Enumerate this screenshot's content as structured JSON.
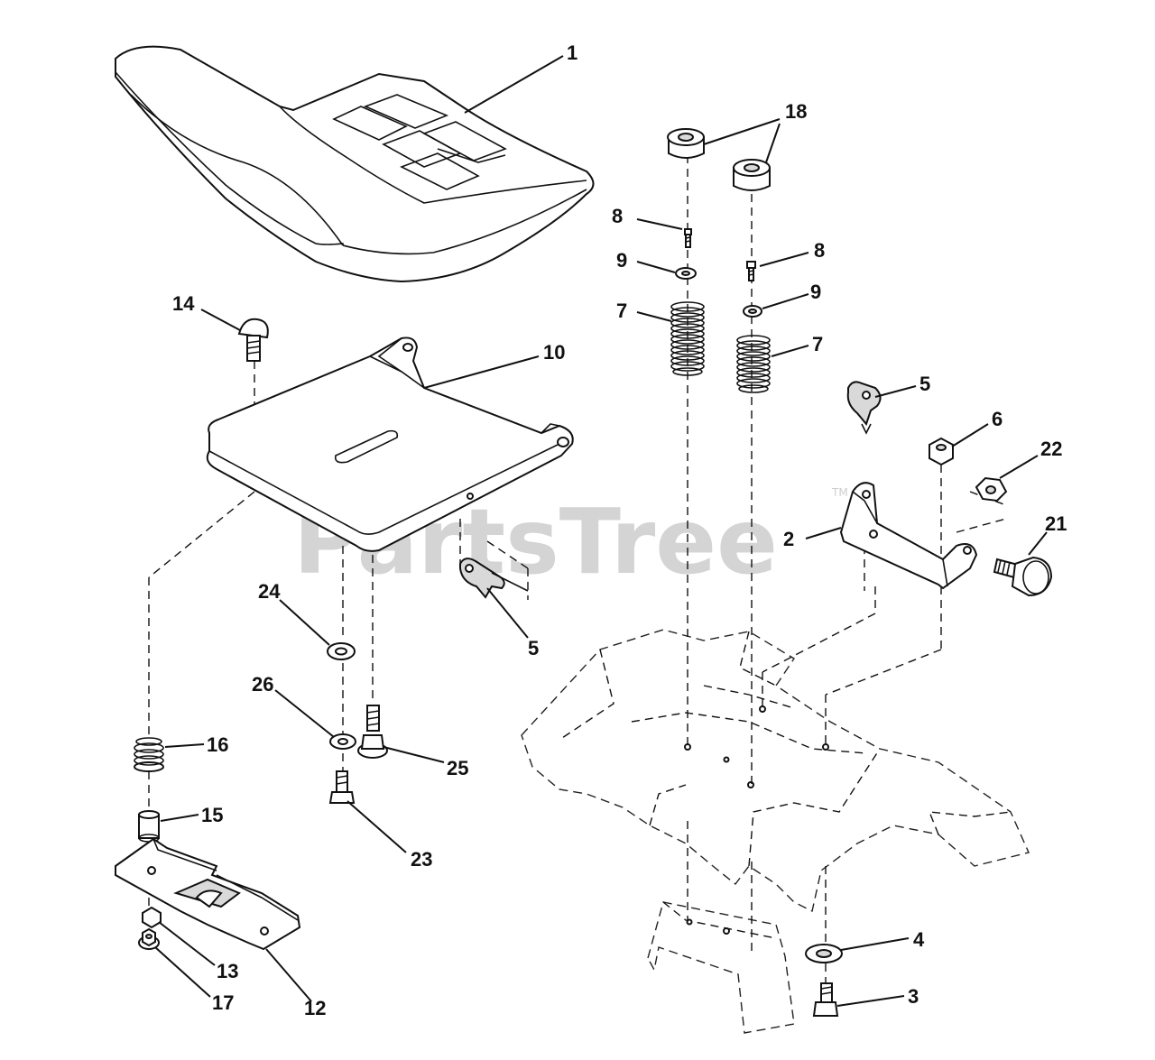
{
  "watermark": {
    "text": "PartsTree",
    "trademark": "TM"
  },
  "labels": {
    "l1": "1",
    "l2": "2",
    "l3": "3",
    "l4": "4",
    "l5a": "5",
    "l5b": "5",
    "l6": "6",
    "l7a": "7",
    "l7b": "7",
    "l8a": "8",
    "l8b": "8",
    "l9a": "9",
    "l9b": "9",
    "l10": "10",
    "l12": "12",
    "l13": "13",
    "l14": "14",
    "l15": "15",
    "l16": "16",
    "l17": "17",
    "l18": "18",
    "l21": "21",
    "l22": "22",
    "l23": "23",
    "l24": "24",
    "l25": "25",
    "l26": "26"
  }
}
